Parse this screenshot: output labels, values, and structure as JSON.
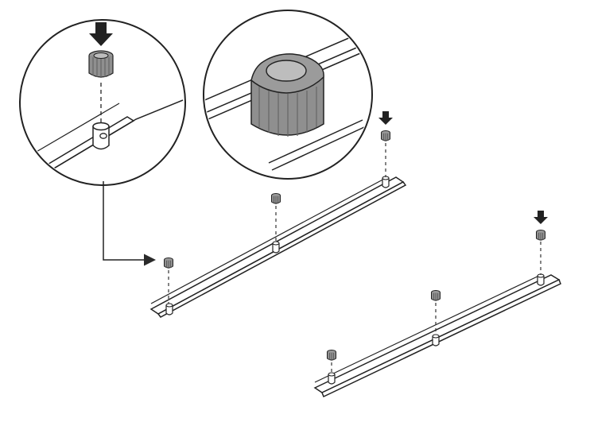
{
  "diagram": {
    "type": "assembly-instruction",
    "colors": {
      "background": "#ffffff",
      "line": "#2a2a2a",
      "arrow": "#222222",
      "knob_fill": "#8f8f8f",
      "knob_dark": "#4a4a4a",
      "knob_light": "#bdbdbd",
      "rail_fill": "#ffffff"
    },
    "icons": {
      "push_arrow": "arrow-down-icon",
      "connector_arrow": "arrow-right-icon"
    },
    "parts": {
      "knob_count": 6,
      "rail_count": 2
    }
  }
}
